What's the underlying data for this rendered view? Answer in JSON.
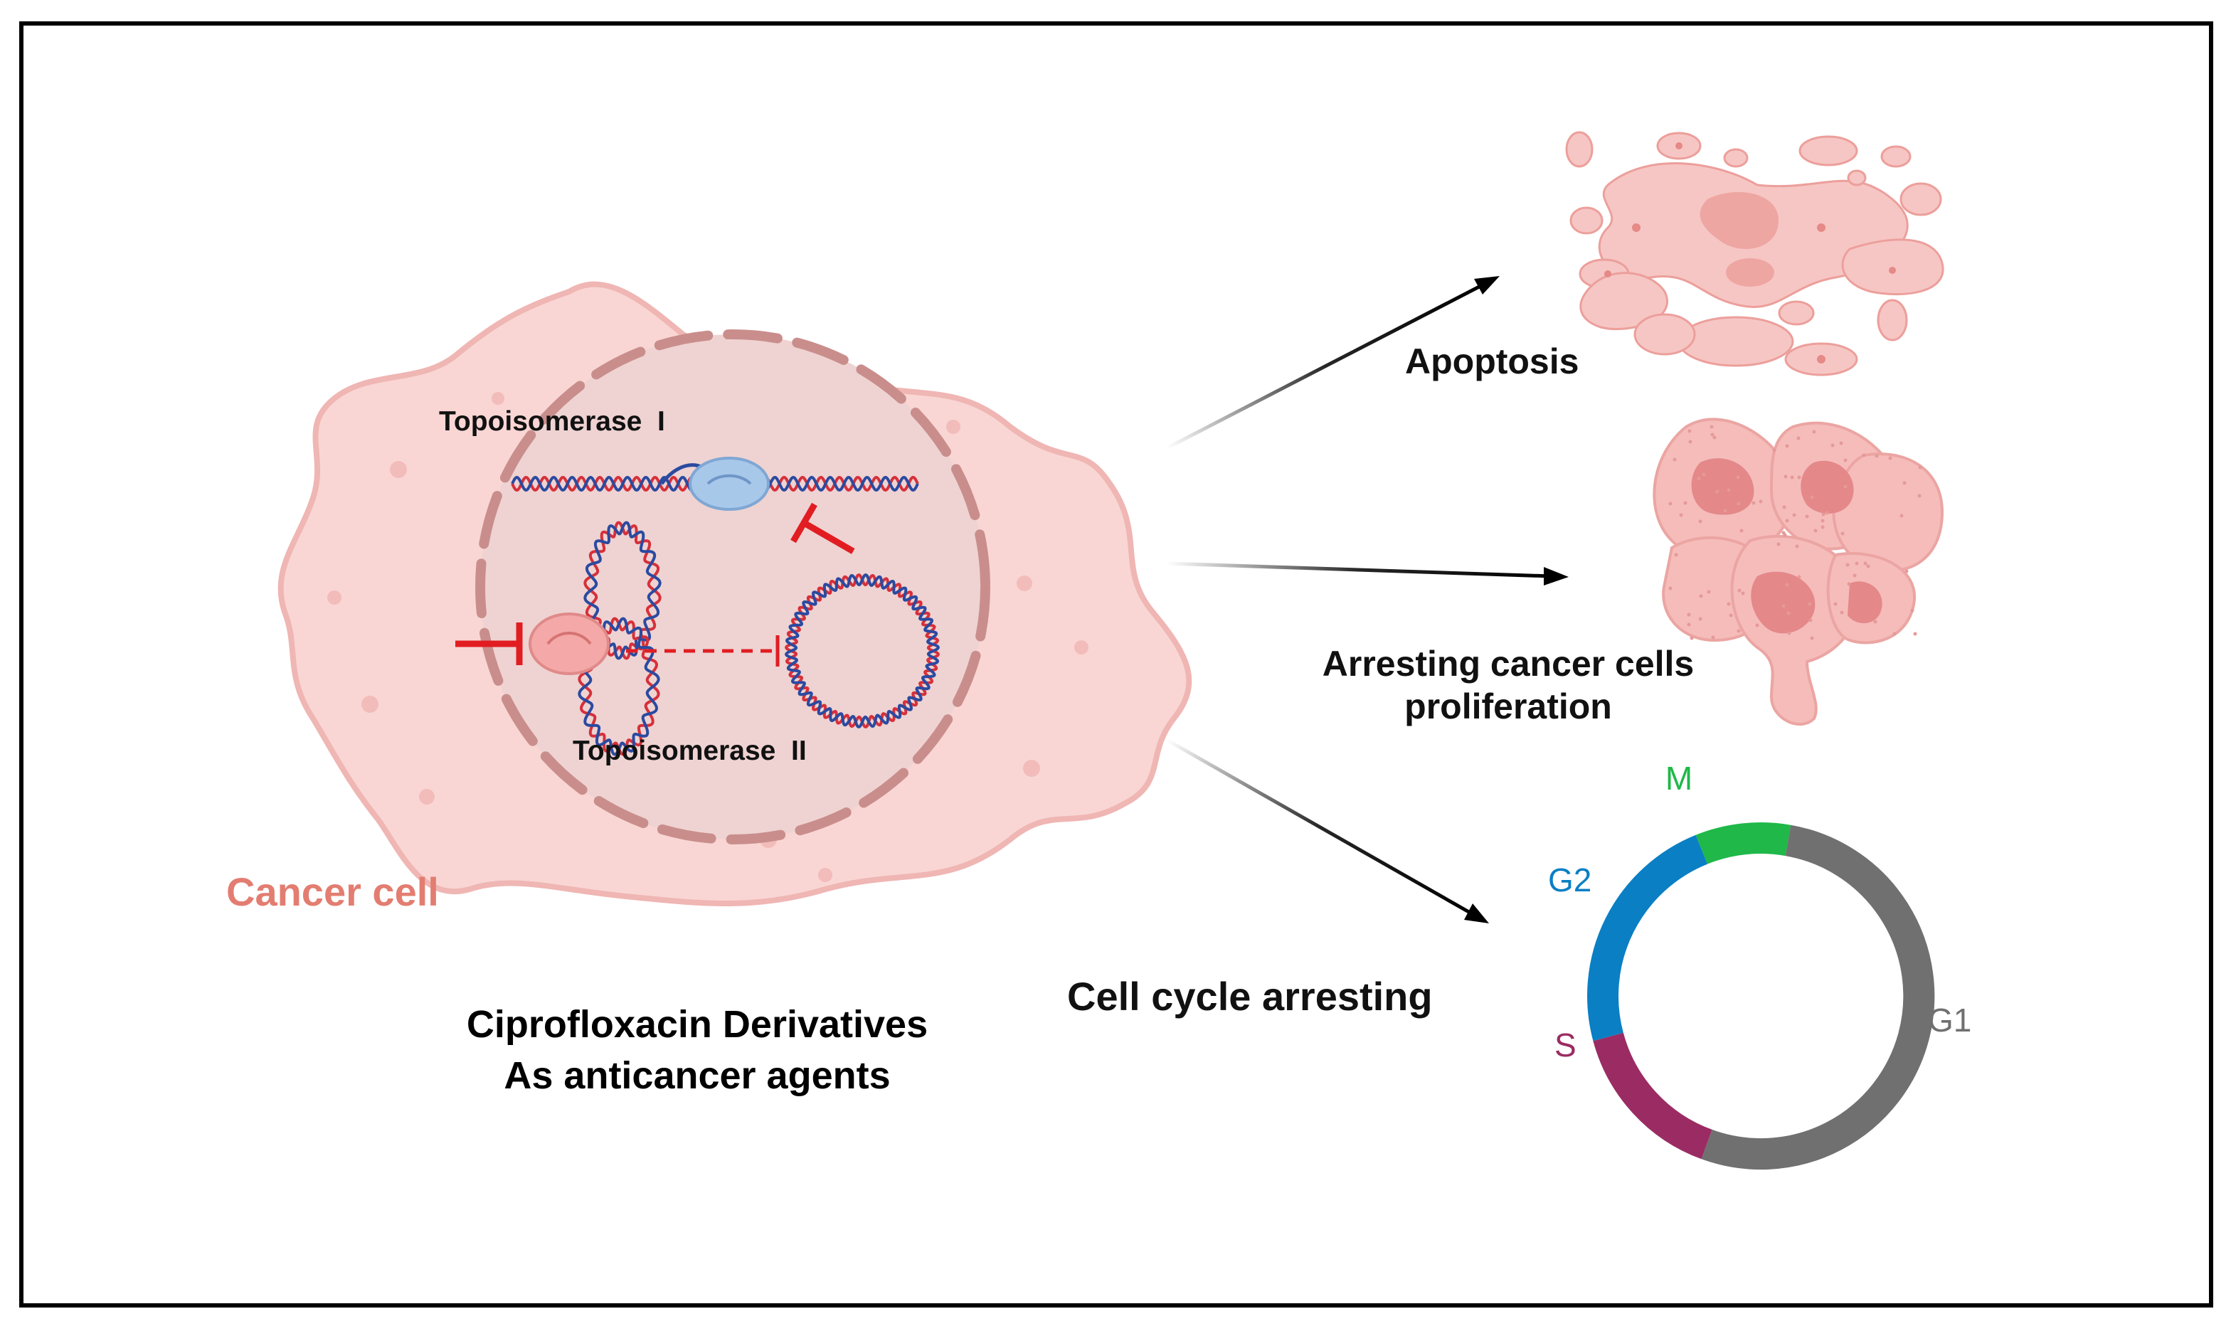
{
  "diagram": {
    "cell": {
      "label": "Cancer cell",
      "nucleus": {
        "enzyme_1_label": "Topoisomerase  I",
        "enzyme_2_label": "Topoisomerase  II"
      }
    },
    "caption": {
      "line1": "Ciprofloxacin Derivatives",
      "line2": "As anticancer agents"
    },
    "outcomes": [
      {
        "label": "Apoptosis"
      },
      {
        "label_line1": "Arresting cancer cells",
        "label_line2": "proliferation"
      },
      {
        "label": "Cell cycle arresting"
      }
    ],
    "cell_cycle": {
      "phases": [
        {
          "name": "M",
          "color": "#1fb849"
        },
        {
          "name": "G1",
          "color": "#707070"
        },
        {
          "name": "S",
          "color": "#9a2c63"
        },
        {
          "name": "G2",
          "color": "#0a7fc4"
        }
      ]
    },
    "colors": {
      "cell_fill": "#f9d6d4",
      "cell_stroke": "#efb6b3",
      "nucleus_fill": "#eed3d2",
      "envelope": "#c98e8c",
      "dna_red": "#d6303a",
      "dna_blue": "#2b4aa0",
      "inhibitor": "#e11d22",
      "cancer_label": "#e37d71"
    }
  }
}
